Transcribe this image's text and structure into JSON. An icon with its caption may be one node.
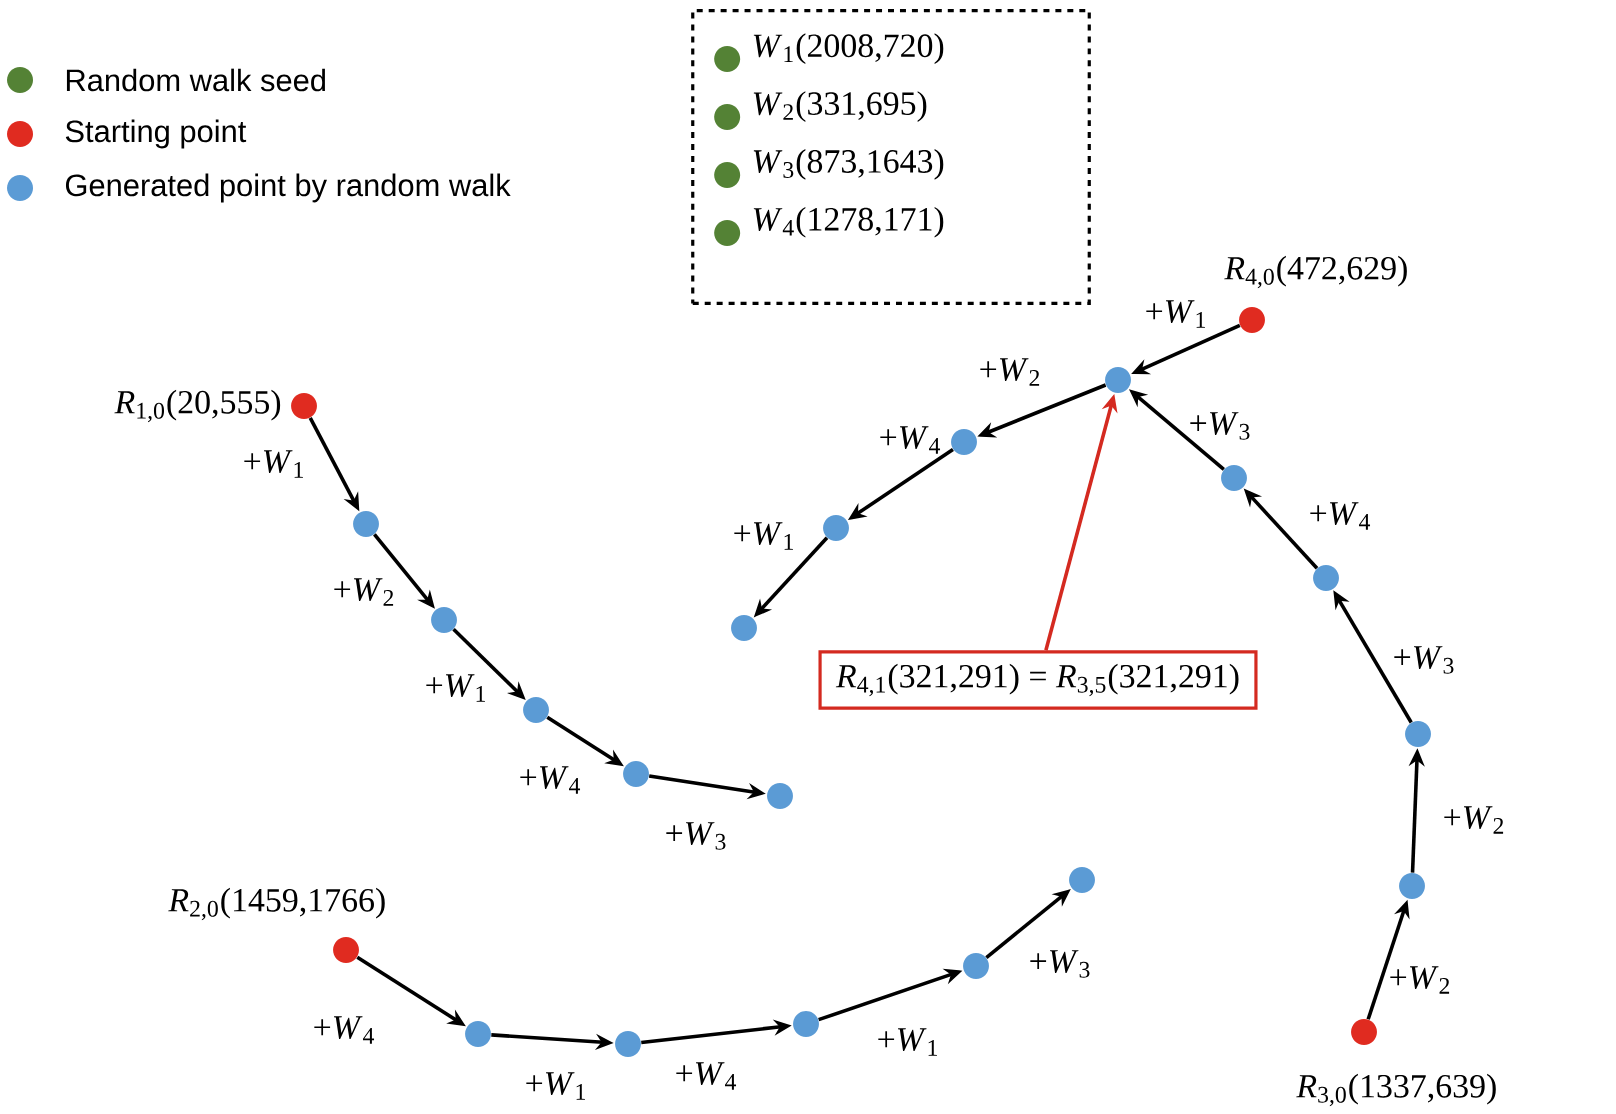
{
  "diagram": {
    "nodes": [
      {
        "text": [
          "*W*$_{1}$(2008,720)",
          "*W*$_{2}$(331,695)",
          "*W*$_{3}$(873,1643)",
          "*W*$_{4}$(1278,171)"
        ]
      },
      {
        "text": [],
        "shape": "circle",
        "beside": [
          "*R*$_{1,0}$(20,555)"
        ]
      },
      {
        "text": [],
        "shape": "circle"
      },
      {
        "text": [],
        "shape": "circle"
      },
      {
        "text": [],
        "shape": "circle"
      },
      {
        "text": [],
        "shape": "circle"
      },
      {
        "text": [],
        "shape": "circle"
      },
      {
        "text": [],
        "shape": "circle",
        "beside": [
          "*R*$_{4,0}$(472,629)"
        ]
      },
      {
        "text": [],
        "shape": "circle"
      },
      {
        "text": [],
        "shape": "circle"
      },
      {
        "text": [],
        "shape": "circle"
      },
      {
        "text": [],
        "shape": "circle"
      },
      {
        "text": [
          "*R*$_{4,1}$(321,291) = *R*$_{3,5}$(321,291)"
        ]
      },
      {
        "text": [],
        "shape": "circle"
      },
      {
        "text": [],
        "shape": "circle"
      },
      {
        "text": [],
        "shape": "circle"
      },
      {
        "text": [],
        "shape": "circle"
      },
      {
        "text": [],
        "shape": "circle",
        "beside": [
          "*R*$_{3,0}$(1337,639)"
        ]
      },
      {
        "text": [],
        "shape": "circle",
        "beside": [
          "*R*$_{2,0}$(1459,1766)"
        ]
      },
      {
        "text": [],
        "shape": "circle"
      },
      {
        "text": [],
        "shape": "circle"
      },
      {
        "text": [],
        "shape": "circle"
      },
      {
        "text": [],
        "shape": "circle"
      },
      {
        "text": [],
        "shape": "circle"
      }
    ],
    "edges": [
      {
        "from": 1,
        "to": 2,
        "arrow": "to",
        "label": "+*W*$_{1}$"
      },
      {
        "from": 2,
        "to": 3,
        "arrow": "to",
        "label": "+*W*$_{2}$"
      },
      {
        "from": 3,
        "to": 4,
        "arrow": "to",
        "label": "+*W*$_{1}$"
      },
      {
        "from": 4,
        "to": 5,
        "arrow": "to",
        "label": "+*W*$_{4}$"
      },
      {
        "from": 5,
        "to": 6,
        "arrow": "to",
        "label": "+*W*$_{3}$"
      },
      {
        "from": 7,
        "to": 8,
        "arrow": "to",
        "label": "+*W*$_{1}$"
      },
      {
        "from": 8,
        "to": 9,
        "arrow": "to",
        "label": "+*W*$_{2}$"
      },
      {
        "from": 9,
        "to": 10,
        "arrow": "to",
        "label": "+*W*$_{4}$"
      },
      {
        "from": 10,
        "to": 11,
        "arrow": "to",
        "label": "+*W*$_{1}$"
      },
      {
        "from": 12,
        "to": 8,
        "arrow": "to",
        "color": "#d42a20"
      },
      {
        "from": 17,
        "to": 16,
        "arrow": "to",
        "label": "+*W*$_{2}$"
      },
      {
        "from": 16,
        "to": 15,
        "arrow": "to",
        "label": "+*W*$_{2}$"
      },
      {
        "from": 15,
        "to": 14,
        "arrow": "to",
        "label": "+*W*$_{3}$"
      },
      {
        "from": 14,
        "to": 13,
        "arrow": "to",
        "label": "+*W*$_{4}$"
      },
      {
        "from": 13,
        "to": 8,
        "arrow": "to",
        "label": "+*W*$_{3}$"
      },
      {
        "from": 18,
        "to": 19,
        "arrow": "to",
        "label": "+*W*$_{4}$"
      },
      {
        "from": 19,
        "to": 20,
        "arrow": "to",
        "label": "+*W*$_{1}$"
      },
      {
        "from": 20,
        "to": 21,
        "arrow": "to",
        "label": "+*W*$_{4}$"
      },
      {
        "from": 21,
        "to": 22,
        "arrow": "to",
        "label": "+*W*$_{1}$"
      },
      {
        "from": 22,
        "to": 23,
        "arrow": "to",
        "label": "+*W*$_{3}$"
      }
    ],
    "legend": [
      {
        "text": "Random walk seed",
        "color": "#548235"
      },
      {
        "text": "Starting point",
        "color": "#e02b20"
      },
      {
        "text": "Generated point by random walk",
        "color": "#5b9bd5"
      }
    ]
  }
}
